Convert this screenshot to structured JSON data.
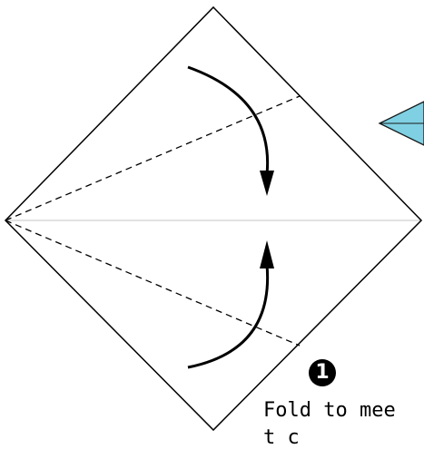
{
  "step": {
    "number": "1",
    "instruction": "Fold to mee",
    "instruction_continued": "t  c"
  },
  "colors": {
    "outline": "#000000",
    "crease": "#d8d8d8",
    "arrow": "#000000",
    "preview_fill": "#7fd0e2",
    "preview_stroke": "#1a1a1a"
  },
  "icons": {
    "top_arrow": "curved-arrow-down-icon",
    "bottom_arrow": "curved-arrow-up-icon",
    "preview": "next-step-preview-icon"
  }
}
